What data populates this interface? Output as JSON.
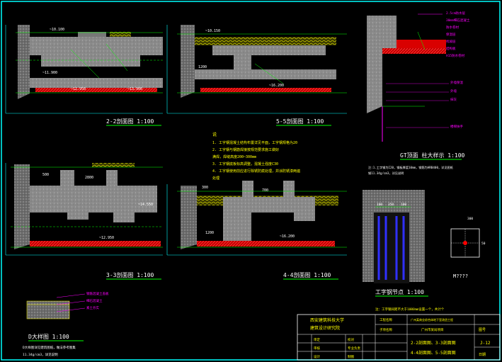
{
  "drawing": {
    "sections": {
      "s22": {
        "title": "2-2剖面图 1:100"
      },
      "s55": {
        "title": "5-5剖面图 1:100"
      },
      "s33": {
        "title": "3-3剖面图 1:100"
      },
      "s44": {
        "title": "4-4剖面图 1:100"
      },
      "sd": {
        "title": "D大样图 1:100"
      }
    },
    "dims": {
      "a": "~10.100",
      "b": "~11.900",
      "c": "~12.950",
      "d": "~13.900",
      "e": "~16.200",
      "f": "~10.150",
      "g": "~14.550",
      "h": "1200",
      "i": "2800",
      "j": "500",
      "k": "300",
      "l": "700"
    },
    "notes": {
      "title": "说",
      "lines": [
        "1. 工字钢混凝土结构布置详见平面，工字钢规格为20",
        "2. 工字钢与钢筋焊接按规范要求施工做好",
        "   满焊，焊缝高度200~300mm",
        "3. 工字钢底板标高调整，混凝土强度C30",
        "4. 工字钢使用前应进行除锈防腐处理，并涂防锈漆两遍",
        "   处理"
      ]
    },
    "gd": {
      "title": "GT顶面 柱大样示 1:100",
      "text1": "注:1.工字钢为I20，钢板厚度10mm，钢筋为HRB400，详见图纸",
      "text2": "钢11.34g/cm3，详见说明",
      "callouts": [
        "2.5cm防水层",
        "30mm细石混凝土",
        "防水卷材",
        "保温层",
        "找坡层",
        "结构板",
        "H15防水卷材"
      ],
      "right_labels": [
        "外墙保温",
        "外墙",
        "抹灰",
        "楼梯扶手"
      ]
    },
    "beam": {
      "title": "工字钢节点 1:100",
      "note": "注：工字钢间距不大于1000mm设置一个，共计个",
      "col_label": "M????",
      "dims": [
        "100",
        "350",
        "100",
        "300",
        "50"
      ]
    },
    "sd_notes": [
      "D大样图详见建筑图纸，做法参考图集",
      "11.34g/cm3，详见说明"
    ],
    "sd_callouts": [
      "钢筋混凝土盖板",
      "细石混凝土",
      "素土夯实"
    ],
    "titleblock": {
      "company_line1": "西安建筑科技大学",
      "company_line2": "建筑设计研究院",
      "project_label": "工程名称",
      "project": "广州某商业综合体地下室改造工程",
      "item_label": "子项名称",
      "item": "广州市某局项目",
      "drawing_title_1": "2-2剖面图、3-3剖面图",
      "drawing_title_2": "4-4剖面图、5-5剖面图",
      "rows": [
        "审定",
        "审核",
        "设计"
      ],
      "rows2": [
        "校对",
        "专业负责",
        "制图"
      ],
      "no_label": "图号",
      "no": "J-12",
      "date_label": "日期"
    },
    "colors": {
      "bg": "#000000",
      "frame": "#00ffff",
      "red": "#ff0000",
      "green": "#00ff00",
      "yellow": "#ffff00",
      "white": "#ffffff",
      "blue": "#3030ff",
      "magenta": "#ff00ff",
      "gray": "#8a8a8a"
    }
  }
}
